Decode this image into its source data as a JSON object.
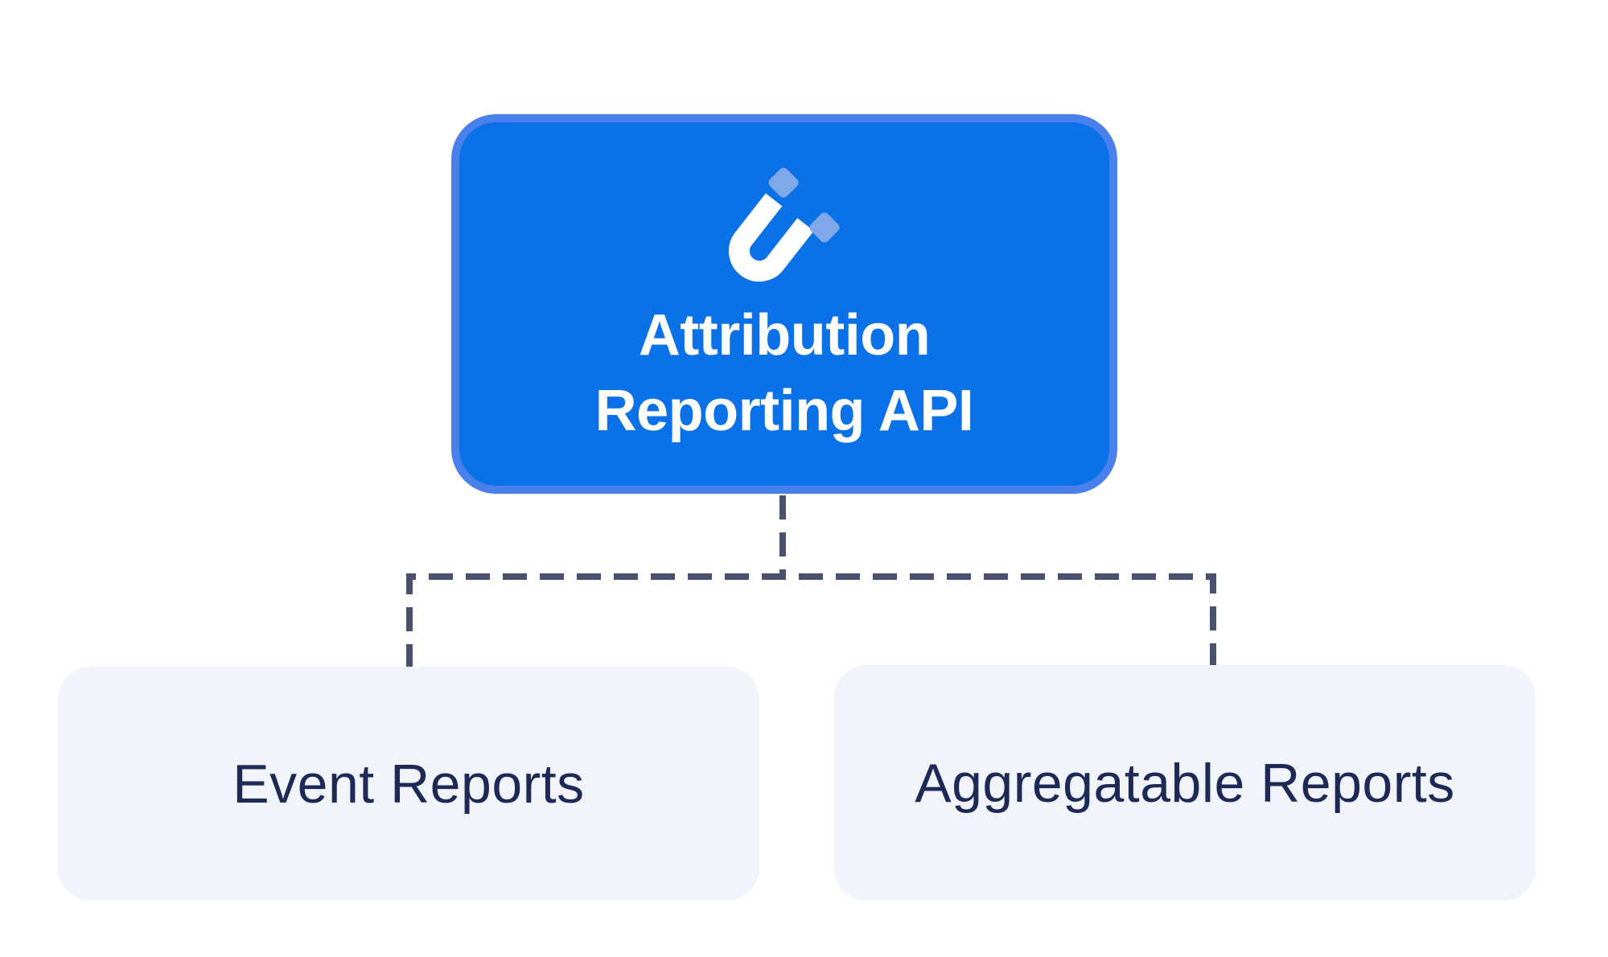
{
  "root": {
    "title": "Attribution Reporting API",
    "icon": "magnet-icon"
  },
  "children": [
    {
      "label": "Event Reports"
    },
    {
      "label": "Aggregatable Reports"
    }
  ],
  "colors": {
    "root_fill": "#0b71e7",
    "root_border": "#4a80ec",
    "root_text": "#ffffff",
    "magnet": "#ffffff",
    "diamond": "#7ea8ea",
    "connector": "#485170",
    "child_fill": "#f1f4fa",
    "child_text": "#1e2a56",
    "background": "#ffffff"
  }
}
